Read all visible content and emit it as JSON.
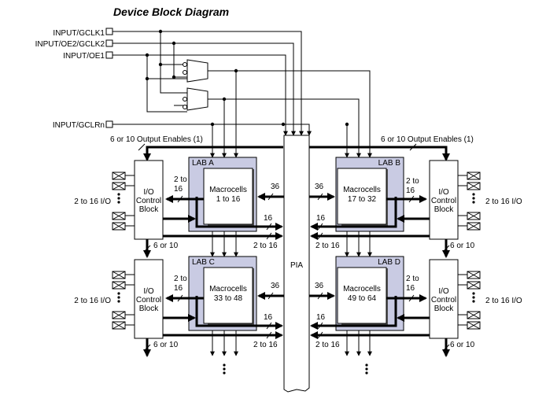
{
  "title": "Device Block Diagram",
  "inputs": {
    "gclk1": "INPUT/GCLK1",
    "oe2_gclk2": "INPUT/OE2/GCLK2",
    "oe1": "INPUT/OE1",
    "gclrn": "INPUT/GCLRn"
  },
  "output_enables_left": "6 or 10 Output Enables (1)",
  "output_enables_right": "6 or 10 Output Enables (1)",
  "pia": "PIA",
  "io_block": {
    "line1": "I/O",
    "line2": "Control",
    "line3": "Block"
  },
  "io_pins_label": "2 to 16 I/O",
  "macrocells_label": "Macrocells",
  "labs": [
    {
      "name": "LAB A",
      "range": "1 to 16"
    },
    {
      "name": "LAB B",
      "range": "17 to 32"
    },
    {
      "name": "LAB C",
      "range": "33 to 48"
    },
    {
      "name": "LAB D",
      "range": "49 to 64"
    }
  ],
  "bus_labels": {
    "two_to_16_l1": "2 to",
    "two_to_16_l2": "16",
    "thirty_six": "36",
    "sixteen": "16",
    "two_to_16": "2 to 16",
    "six_or_10": "6 or 10"
  }
}
